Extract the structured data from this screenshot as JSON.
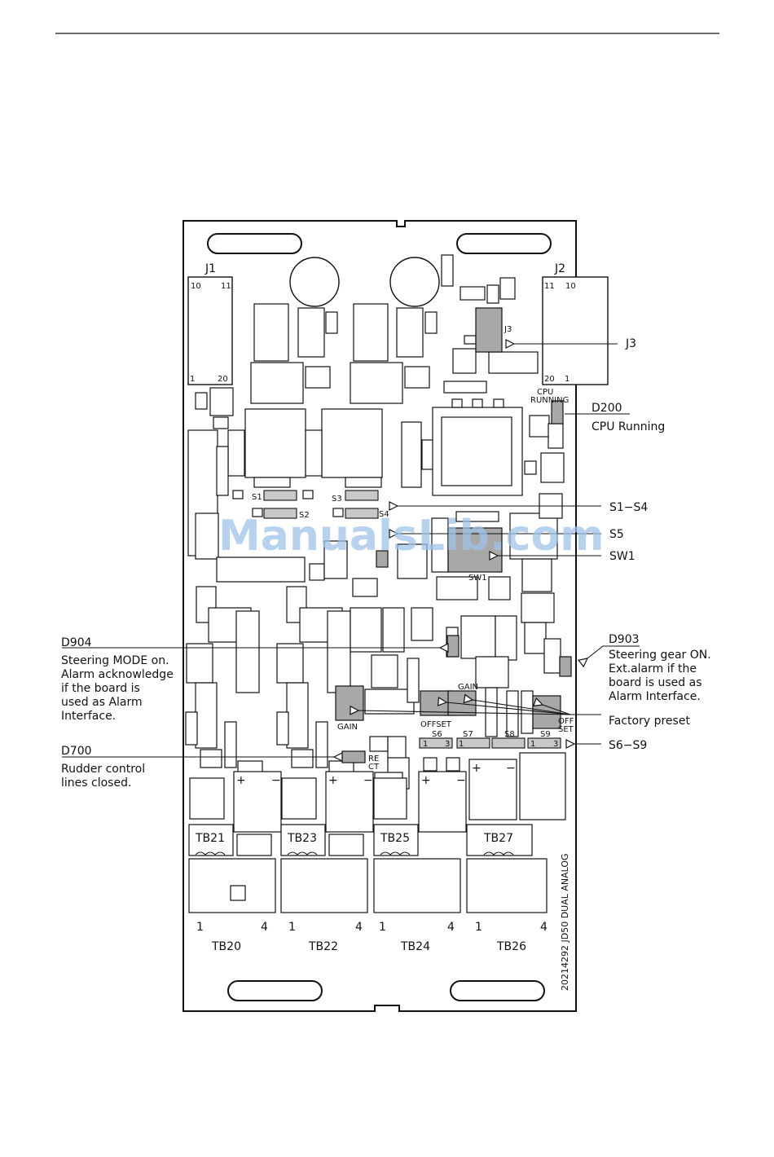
{
  "board": {
    "connectors": {
      "j1": {
        "name": "J1",
        "pin_top_left": "10",
        "pin_top_right": "11",
        "pin_bottom_left": "1",
        "pin_bottom_right": "20"
      },
      "j2": {
        "name": "J2",
        "pin_top_left": "11",
        "pin_top_right": "10",
        "pin_bottom_left": "20",
        "pin_bottom_right": "1"
      },
      "j3": "J3"
    },
    "labels": {
      "s1": "S1",
      "s2": "S2",
      "s3": "S3",
      "s4": "S4",
      "sw1": "SW1",
      "cpu_running": "CPU",
      "cpu_running2": "RUNNING",
      "gain_left": "GAIN",
      "gain_right": "GAIN",
      "offset": "OFFSET",
      "offset_right_1": "OFF",
      "offset_right_2": "SET",
      "rect_1": "RE",
      "rect_2": "CT",
      "s6": "S6",
      "s7": "S7",
      "s8": "S8",
      "s9": "S9",
      "pin1": "1",
      "pin3": "3",
      "plus": "+",
      "minus": "−"
    },
    "terminals_top": [
      "TB21",
      "TB23",
      "TB25",
      "TB27"
    ],
    "terminals_bottom": [
      "TB20",
      "TB22",
      "TB24",
      "TB26"
    ],
    "tb_pin_first": "1",
    "tb_pin_last": "4",
    "part_number": "20214292 JD50 DUAL ANALOG"
  },
  "annotations": {
    "j3": "J3",
    "d200_title": "D200",
    "d200_desc": "CPU Running",
    "s1_s4": "S1−S4",
    "s5": "S5",
    "sw1": "SW1",
    "d903_title": "D903",
    "d903_desc": [
      "Steering gear ON.",
      "Ext.alarm if the",
      "board is used as",
      "Alarm Interface."
    ],
    "factory_preset": "Factory preset",
    "s6_s9": "S6−S9",
    "d904_title": "D904",
    "d904_desc": [
      "Steering MODE on.",
      "Alarm acknowledge",
      "if the board is",
      "used as Alarm",
      "Interface."
    ],
    "d700_title": "D700",
    "d700_desc": [
      "Rudder control",
      "lines closed."
    ]
  },
  "watermark": "ManualsLib.com",
  "colors": {
    "line": "#111111",
    "highlight": "#a8a8a8",
    "light": "#c8c8c8",
    "watermark": "#9fc3ea"
  }
}
